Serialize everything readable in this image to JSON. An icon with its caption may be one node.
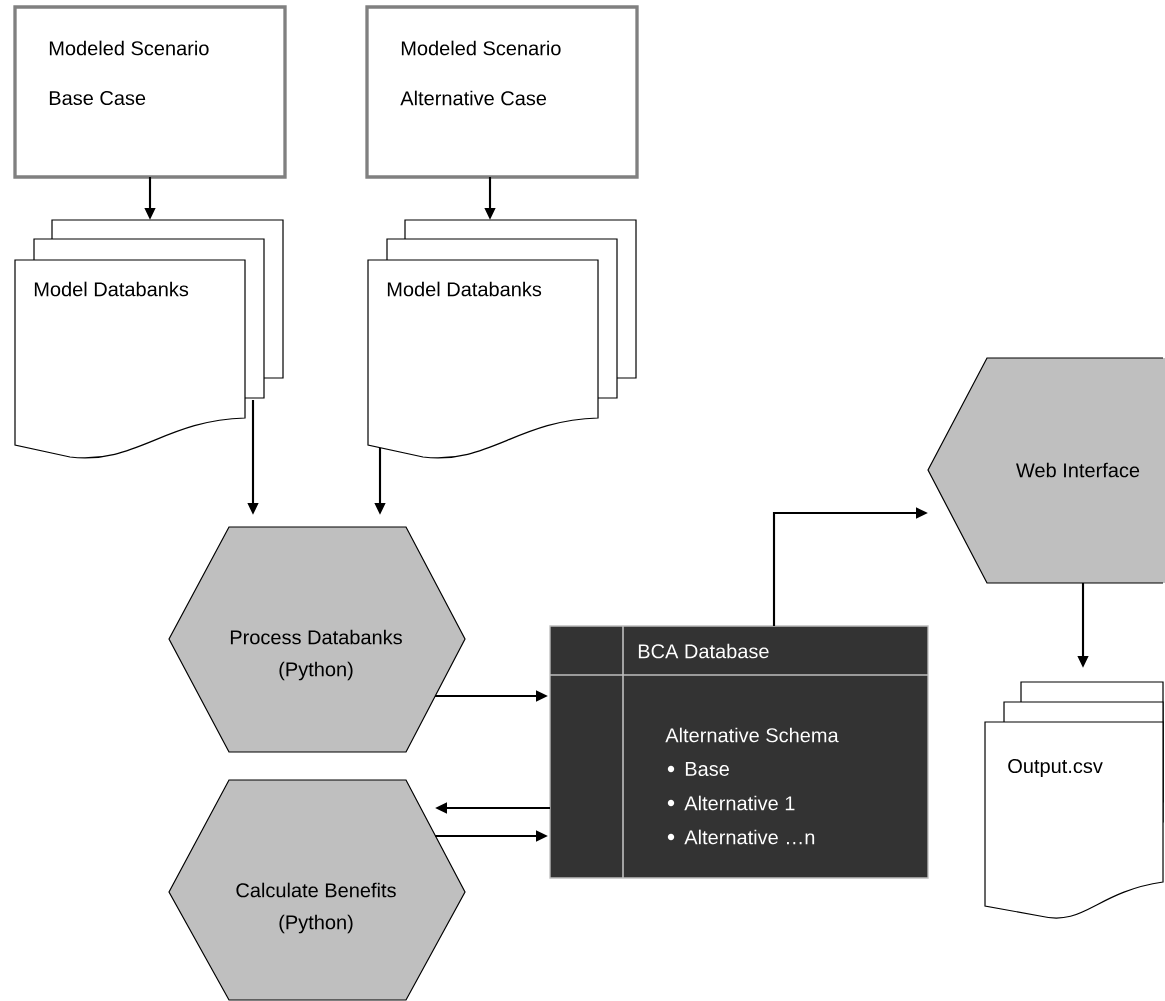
{
  "diagram": {
    "nodes": [
      {
        "text": [
          "Modeled Scenario",
          "Base Case"
        ]
      },
      {
        "text": [
          "Modeled Scenario",
          "Alternative Case"
        ]
      },
      {
        "text": [
          "Model Databanks"
        ]
      },
      {
        "text": [
          "Model Databanks"
        ]
      },
      {
        "text": [
          "Web Interface"
        ]
      },
      {
        "text": [
          "Process Databanks",
          "(Python)"
        ]
      },
      {
        "text": [
          "BCA Database",
          "Alternative Schema",
          "Base",
          "Alternative 1",
          "Alternative …n"
        ]
      },
      {
        "text": [
          "Calculate Benefits",
          "(Python)"
        ]
      },
      {
        "text": [
          "Output.csv"
        ]
      }
    ],
    "edges": [
      {
        "from": 0,
        "to": 2,
        "arrow": "to"
      },
      {
        "from": 1,
        "to": 3,
        "arrow": "to"
      },
      {
        "from": 2,
        "to": 5,
        "arrow": "to"
      },
      {
        "from": 3,
        "to": 5,
        "arrow": "to"
      },
      {
        "from": 5,
        "to": 6,
        "arrow": "to"
      },
      {
        "from": 6,
        "to": 7,
        "arrow": "to"
      },
      {
        "from": 7,
        "to": 6,
        "arrow": "to"
      },
      {
        "from": 6,
        "to": 4,
        "arrow": "to"
      },
      {
        "from": 4,
        "to": 8,
        "arrow": "to"
      }
    ]
  }
}
